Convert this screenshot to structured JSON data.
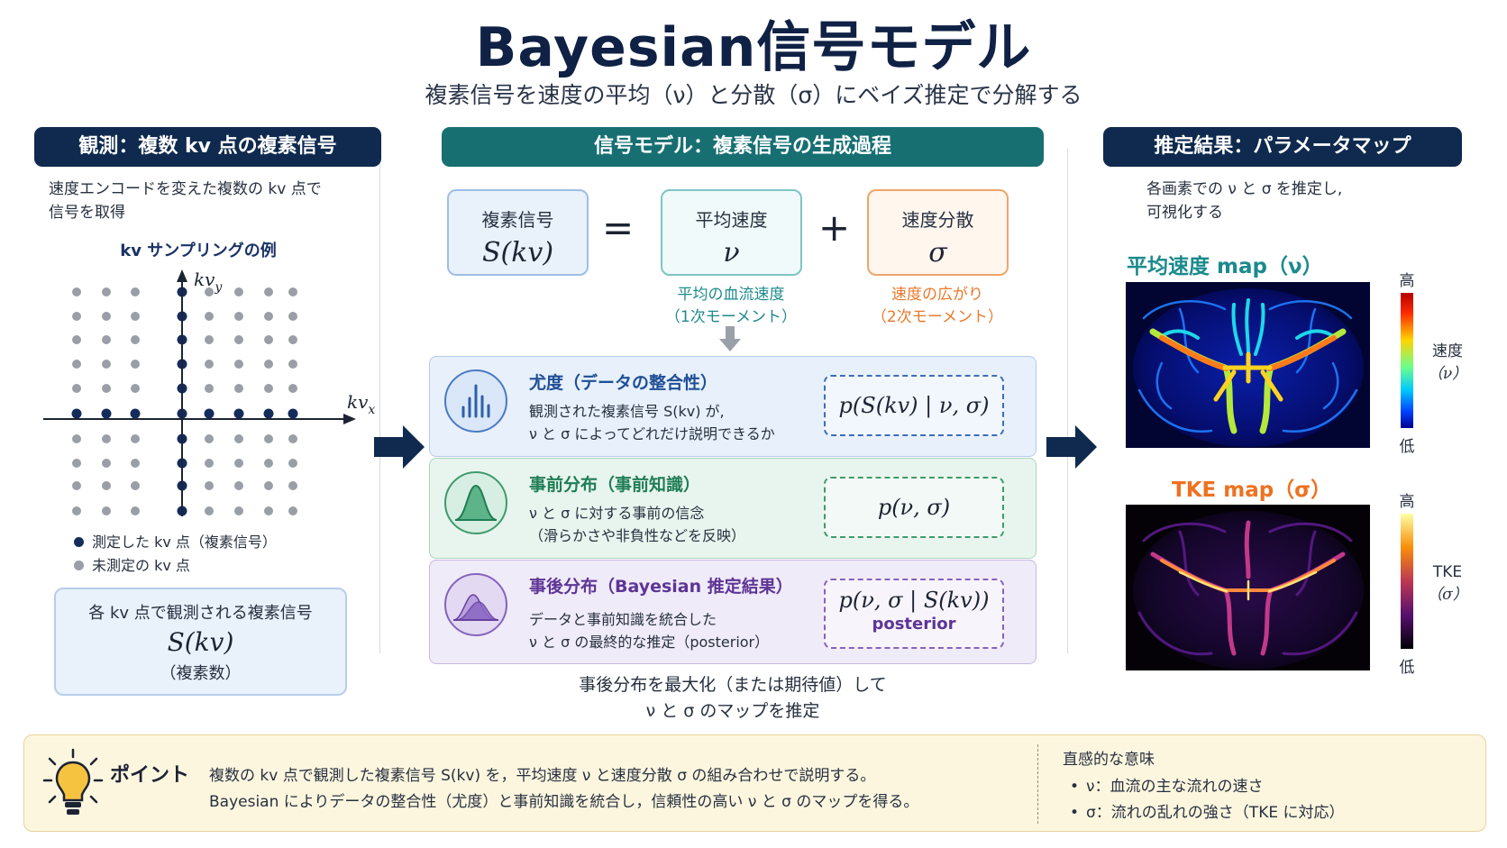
{
  "title": "Bayesian信号モデル",
  "subtitle": "複素信号を速度の平均（ν）と分散（σ）にベイズ推定で分解する",
  "left": {
    "header": "観測：複数 kv 点の複素信号",
    "desc_line1": "速度エンコードを変えた複数の kv 点で",
    "desc_line2": "信号を取得",
    "plot_title": "kv サンプリングの例",
    "axis_y": "kvy",
    "axis_x": "kvx",
    "legend_measured": "測定した kv 点（複素信号）",
    "legend_unmeasured": "未測定の kv 点",
    "box_line1": "各 kv 点で観測される複素信号",
    "box_formula": "S(kv)",
    "box_line2": "（複素数）"
  },
  "center": {
    "header": "信号モデル：複素信号の生成過程",
    "eq_signal_label": "複素信号",
    "eq_signal_symbol": "S(kv)",
    "eq_equals": "=",
    "eq_mean_label": "平均速度",
    "eq_mean_symbol": "ν",
    "eq_plus": "+",
    "eq_var_label": "速度分散",
    "eq_var_symbol": "σ",
    "mean_note1": "平均の血流速度",
    "mean_note2": "（1次モーメント）",
    "var_note1": "速度の広がり",
    "var_note2": "（2次モーメント）",
    "likelihood": {
      "title": "尤度（データの整合性）",
      "line1": "観測された複素信号 S(kv) が,",
      "line2": "ν と σ によってどれだけ説明できるか",
      "formula": "p(S(kv) | ν, σ)"
    },
    "prior": {
      "title": "事前分布（事前知識）",
      "line1": "ν と σ に対する事前の信念",
      "line2": "（滑らかさや非負性などを反映）",
      "formula": "p(ν, σ)"
    },
    "posterior": {
      "title": "事後分布（Bayesian 推定結果）",
      "line1": "データと事前知識を統合した",
      "line2": "ν と σ の最終的な推定（posterior）",
      "formula": "p(ν, σ | S(kv))",
      "formula_sub": "posterior"
    },
    "bottom_line1": "事後分布を最大化（または期待値）して",
    "bottom_line2": "ν と σ のマップを推定"
  },
  "right": {
    "header": "推定結果：パラメータマップ",
    "desc_line1": "各画素での ν と σ を推定し,",
    "desc_line2": "可視化する",
    "map1_title": "平均速度 map（ν）",
    "map1_high": "高",
    "map1_low": "低",
    "map1_cbar_line1": "速度",
    "map1_cbar_line2": "（ν）",
    "map2_title": "TKE map（σ）",
    "map2_high": "高",
    "map2_low": "低",
    "map2_cbar_line1": "TKE",
    "map2_cbar_line2": "（σ）"
  },
  "point": {
    "label": "ポイント",
    "line1": "複数の kv 点で観測した複素信号 S(kv) を，平均速度 ν と速度分散 σ の組み合わせで説明する。",
    "line2": "Bayesian によりデータの整合性（尤度）と事前知識を統合し，信頼性の高い ν と σ のマップを得る。",
    "meaning_title": "直感的な意味",
    "meaning1": "ν：血流の主な流れの速さ",
    "meaning2": "σ：流れの乱れの強さ（TKE に対応）"
  },
  "colors": {
    "navy": "#0f2a4e",
    "teal": "#176f72",
    "orange": "#e9792b",
    "purple": "#6a3fa0",
    "green": "#1f7d55",
    "blue": "#2c5fa8"
  }
}
